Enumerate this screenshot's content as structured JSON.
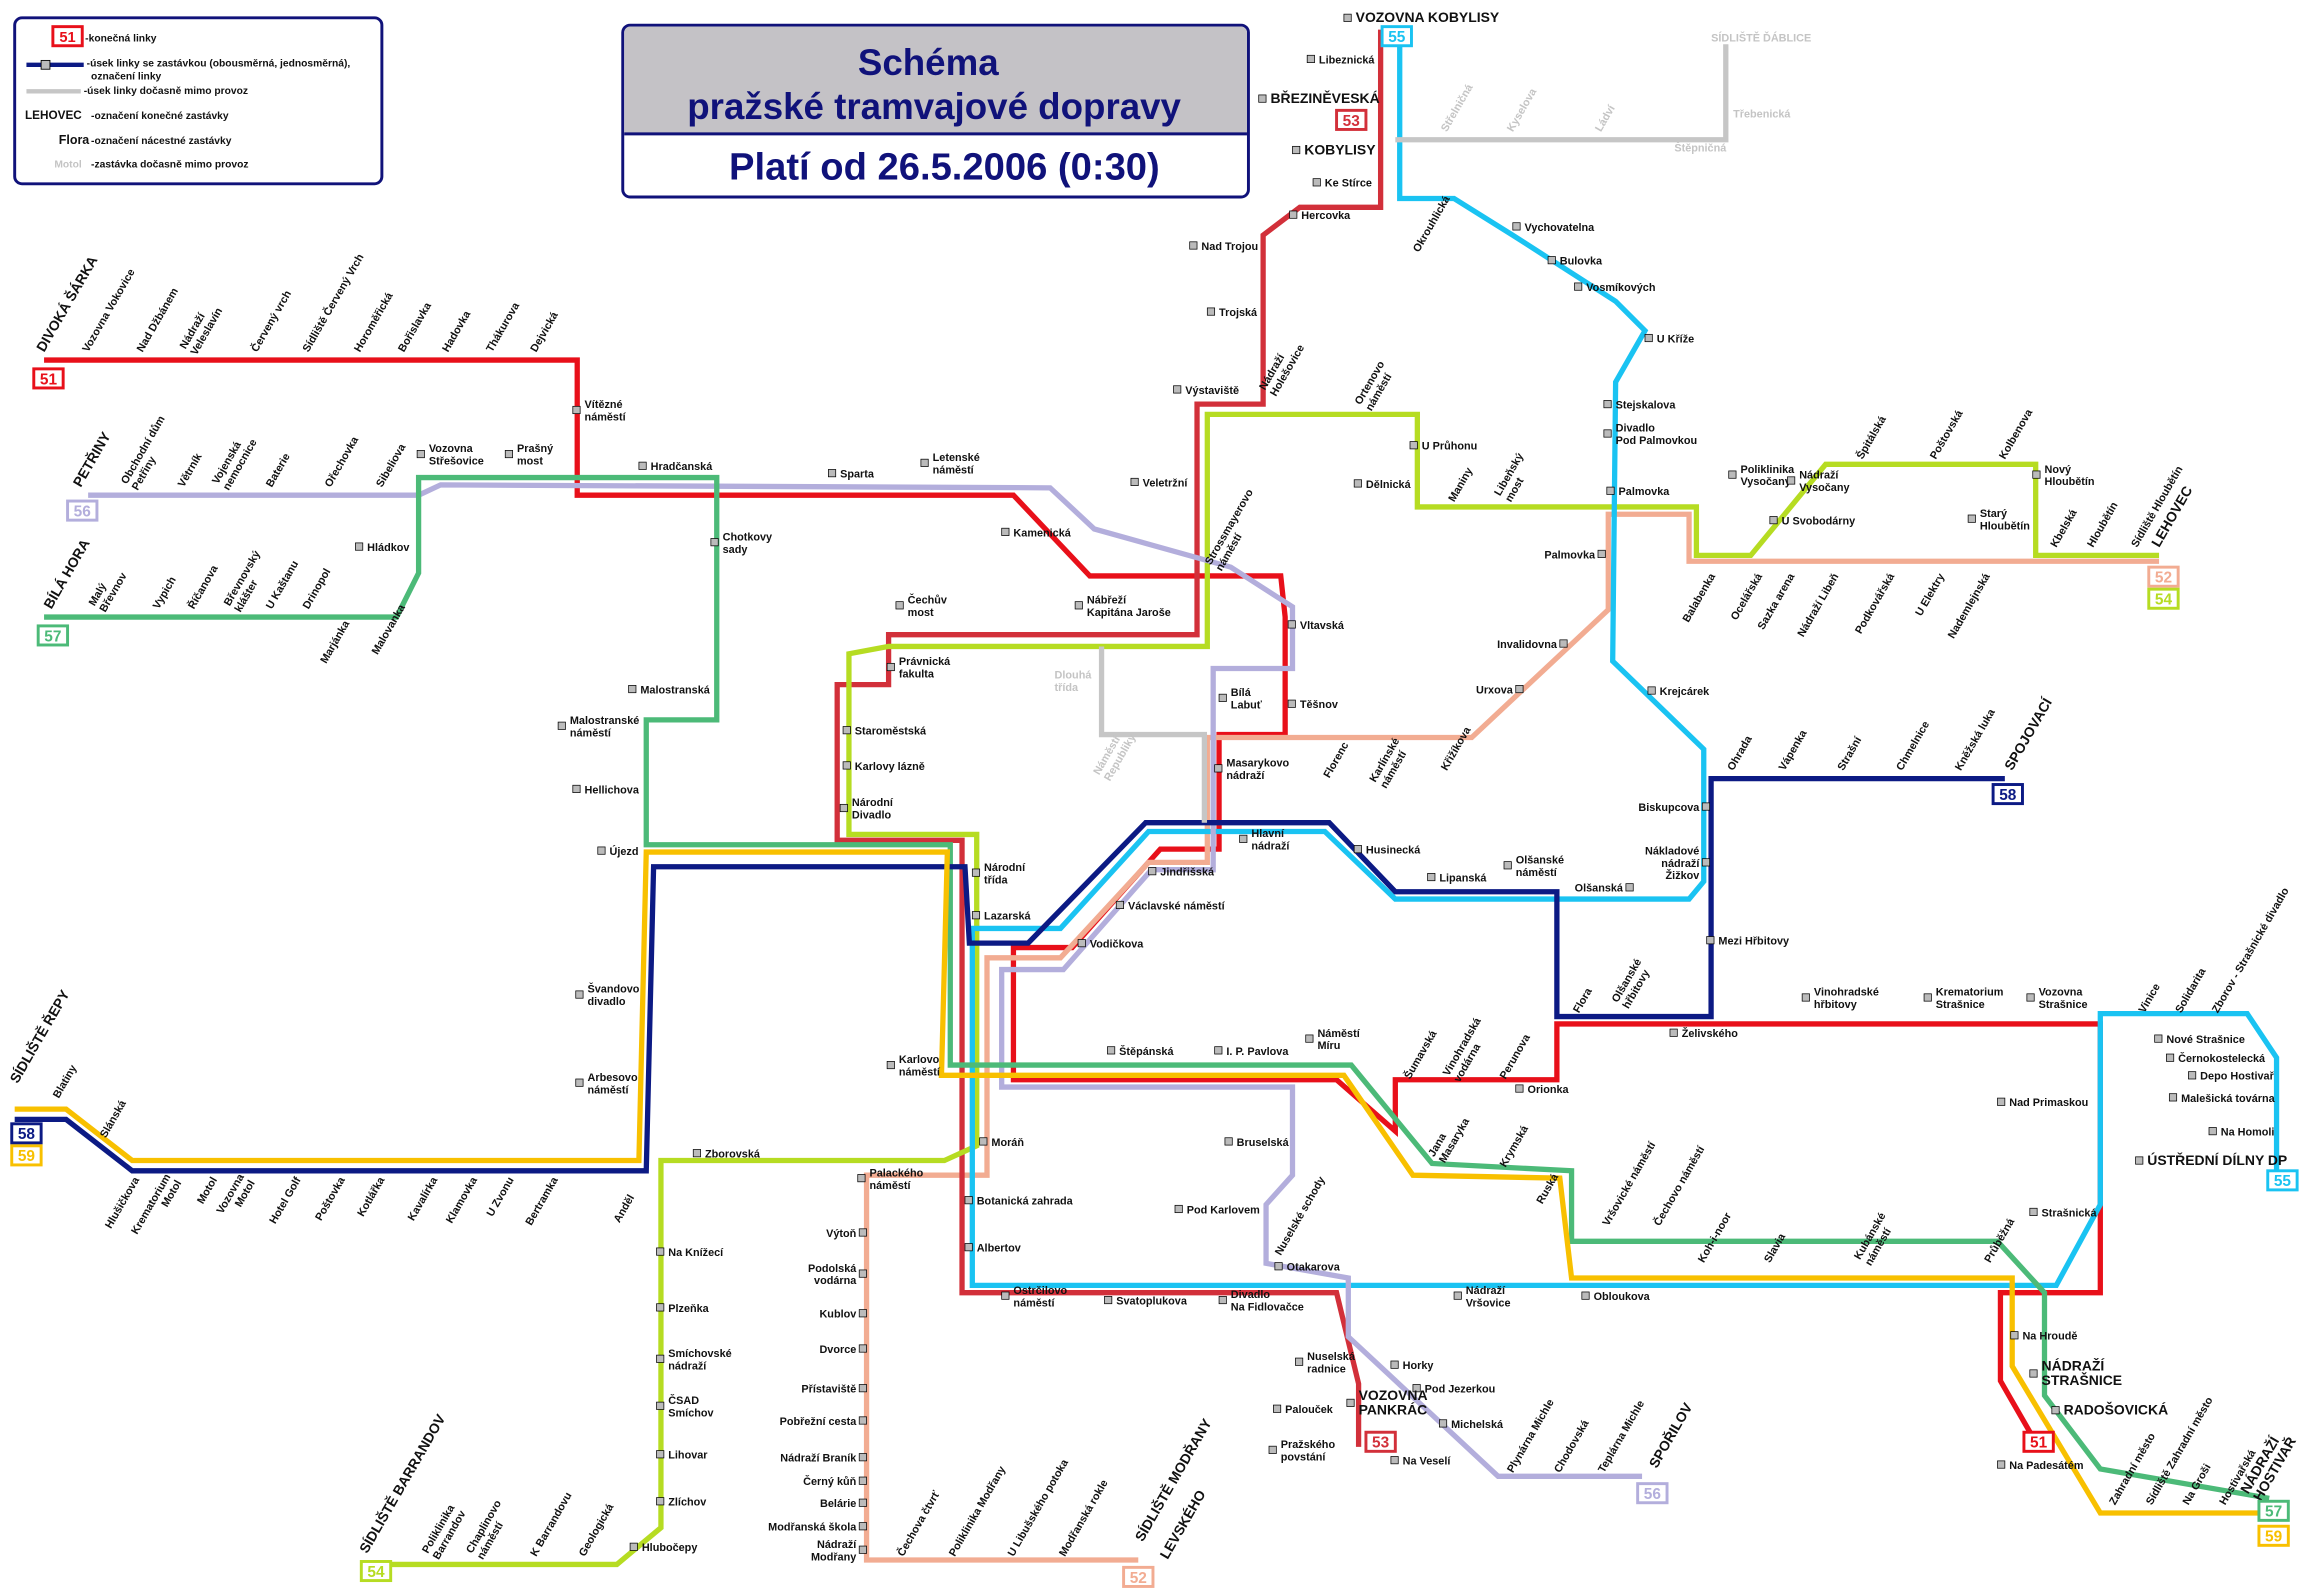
{
  "title": {
    "line1": "Schéma",
    "line2": "pražské tramvajové dopravy",
    "valid_from": "Platí od 26.5.2006 (0:30)"
  },
  "legend": {
    "terminus_sample": "51",
    "items": [
      "-konečná linky",
      "-úsek linky se zastávkou (obousměrná, jednosměrná),",
      "označení linky",
      "-úsek linky dočasně mimo provoz",
      "-označení konečné zastávky",
      "-označení nácestné zastávky",
      "-zastávka dočasně mimo provoz"
    ],
    "sample_terminal": "LEHOVEC",
    "sample_stop": "Flora",
    "sample_closed": "Motol"
  },
  "colors": {
    "51": "#e8101a",
    "52": "#f2ac92",
    "53": "#d2303a",
    "54": "#b6dc22",
    "55": "#1ac3f2",
    "56": "#b3aedc",
    "57": "#4cba78",
    "58": "#0c1a84",
    "59": "#f8c000",
    "closed": "#c6c6c6",
    "frame": "#10127a",
    "title_bg": "#c4c2c6"
  },
  "lines": [
    "51",
    "52",
    "53",
    "54",
    "55",
    "56",
    "57",
    "58",
    "59",
    "closed-a",
    "closed-b"
  ],
  "termini": [
    "51",
    "51",
    "52",
    "52",
    "53",
    "53",
    "54",
    "54",
    "55",
    "55",
    "56",
    "56",
    "57",
    "57",
    "58",
    "58",
    "59",
    "59"
  ],
  "stations": [
    "DIVOKÁ ŠÁRKA",
    "Vozovna Vokovice",
    "Nad Džbánem",
    "Nádraží\nVeleslavín",
    "Červený vrch",
    "Sídliště Červený Vrch",
    "Horoměřická",
    "Bořislavka",
    "Hadovka",
    "Thákurova",
    "Dejvická",
    "Vítězné\nnáměstí",
    "PETŘINY",
    "Obchodní dům\nPetřiny",
    "Větrník",
    "Vojenská\nnemocnice",
    "Baterie",
    "Ořechovka",
    "Sibeliova",
    "Vozovna\nStřešovice",
    "Prašný\nmost",
    "Hradčanská",
    "Sparta",
    "Letenské\nnáměstí",
    "Kamenická",
    "BÍLÁ HORA",
    "Malý\nBřevnov",
    "Vypich",
    "Říčanova",
    "Břevnovský\nklášter",
    "U Kaštanu",
    "Drinopol",
    "Marjánka",
    "Malovanka",
    "Hládkov",
    "Chotkovy\nsady",
    "Malostranská",
    "Malostranské\nnáměstí",
    "Hellichova",
    "Újezd",
    "Švandovo\ndivadlo",
    "Arbesovo\nnáměstí",
    "Anděl",
    "SÍDLIŠTĚ ŘEPY",
    "Blatiny",
    "Slánská",
    "Hlušičkova",
    "Krematorium\nMotol",
    "Motol",
    "Vozovna\nMotol",
    "Hotel Golf",
    "Poštovka",
    "Kotlářka",
    "Kavalírka",
    "Klamovka",
    "U Zvonu",
    "Bertramka",
    "Zborovská",
    "Palackého\nnáměstí",
    "Na Knížecí",
    "Plzeňka",
    "Smíchovské\nnádraží",
    "ČSAD\nSmíchov",
    "Lihovar",
    "Zlíchov",
    "Hlubočepy",
    "SÍDLIŠTĚ BARRANDOV",
    "Poliklinika\nBarrandov",
    "Chaplinovo\nnáměstí",
    "K Barrandovu",
    "Geologická",
    "Výtoň",
    "Podolská\nvodárna",
    "Kublov",
    "Dvorce",
    "Přístaviště",
    "Pobřežní cesta",
    "Nádraží Braník",
    "Černý kůň",
    "Belárie",
    "Modřanská škola",
    "Nádraží\nModřany",
    "Čechova čtvrť",
    "Poliklinika Modřany",
    "U Libušského potoka",
    "Modřanská rokle",
    "SÍDLIŠTĚ MODŘANY",
    "LEVSKÉHO",
    "Čechův\nmost",
    "Právnická\nfakulta",
    "Staroměstská",
    "Karlovy lázně",
    "Národní\nDivadlo",
    "Národní\ntřída",
    "Lazarská",
    "Karlovo\nnáměstí",
    "Moráň",
    "Botanická zahrada",
    "Albertov",
    "Ostrčilovo\nnáměstí",
    "Svatoplukova",
    "Divadlo\nNa Fidlovačce",
    "Štěpánská",
    "I. P. Pavlova",
    "Náměstí\nMíru",
    "Nábřeží\nKapitána Jaroše",
    "Vltavská",
    "Těšnov",
    "Bílá\nLabuť",
    "Masarykovo\nnádraží",
    "Jindřišská",
    "Václavské náměstí",
    "Vodičkova",
    "Hlavní\nnádraží",
    "Florenc",
    "Dlouhá\ntřída",
    "Náměstí\nRepubliky",
    "VOZOVNA KOBYLISY",
    "Libeznická",
    "BŘEZINĚVESKÁ",
    "KOBYLISY",
    "Ke Stírce",
    "Hercovka",
    "Nad Trojou",
    "Trojská",
    "Nádraží\nHolešovice",
    "Výstaviště",
    "Veletržní",
    "Strossmayerovo\nnáměstí",
    "Ortenovo\nnáměstí",
    "U Průhonu",
    "Dělnická",
    "Maniny",
    "Libeňský\nmost",
    "Okrouhlická",
    "Vychovatelna",
    "Bulovka",
    "Vosmíkových",
    "U Kříže",
    "Stejskalova",
    "Divadlo\nPod Palmovkou",
    "Palmovka",
    "Palmovka",
    "Invalidovna",
    "Urxova",
    "Křižíkova",
    "Karlínské\nnáměstí",
    "Krejcárek",
    "Biskupcova",
    "Nákladové\nnádraží\nŽižkov",
    "Olšanská",
    "Olšanské\nnáměstí",
    "Lipanská",
    "Husinecká",
    "Mezi Hřbitovy",
    "Flora",
    "Olšanské\nhřbitovy",
    "Želivského",
    "Vinohradské\nhřbitovy",
    "Krematorium\nStrašnice",
    "Vozovna\nStrašnice",
    "Šumavská",
    "Vinohradská\nvodárna",
    "Perunova",
    "Orionka",
    "Jana\nMasaryka",
    "Krymská",
    "Ruská",
    "Vršovické náměstí",
    "Čechovo náměstí",
    "Koh-i-noor",
    "Slavia",
    "Kubánské\nnáměstí",
    "Průběžná",
    "Nádraží\nVršovice",
    "Obloukova",
    "Strašnická",
    "Nad Primaskou",
    "Na Hroudě",
    "NÁDRAŽÍ\nSTRAŠNICE",
    "RADOŠOVICKÁ",
    "Na Padesátém",
    "Zahradní město",
    "Sídliště Zahradní město",
    "Na Groši",
    "Hostivařská",
    "NÁDRAŽÍ\nHOSTIVAŘ",
    "Vinice",
    "Solidarita",
    "Zborov - Strašnické divadlo",
    "Nové Strašnice",
    "Černokostelecká",
    "Depo Hostivař",
    "Malešická továrna",
    "Na Homoli",
    "ÚSTŘEDNÍ DÍLNY DP",
    "Bruselská",
    "Pod Karlovem",
    "Nuselské schody",
    "Otakarova",
    "Nuselská\nradnice",
    "Horky",
    "Pod Jezerkou",
    "Michelská",
    "Palouček",
    "Pražského\npovstání",
    "Na Veselí",
    "VOZOVNA\nPANKRÁC",
    "Plynárna Michle",
    "Chodovská",
    "Teplárna Michle",
    "SPOŘILOV",
    "Poliklinika\nVysočany",
    "Nádraží\nVysočany",
    "U Svobodárny",
    "Špitálská",
    "Poštovská",
    "Kolbenova",
    "Nový\nHloubětín",
    "Starý\nHloubětín",
    "Kbelská",
    "Hloubětín",
    "Sídliště Hloubětín",
    "LEHOVEC",
    "Balabenka",
    "Ocelářská",
    "Sazka arena",
    "Nádraží Libeň",
    "Podkovářská",
    "U Elektry",
    "Nademlejnská",
    "Ohrada",
    "Vápenka",
    "Strašní",
    "Chmelnice",
    "Kněžská luka",
    "SPOJOVACÍ",
    "SÍDLIŠTĚ ĎÁBLICE",
    "Třebenická",
    "Štěpničná",
    "Střelničná",
    "Kyselova",
    "Ládví"
  ]
}
